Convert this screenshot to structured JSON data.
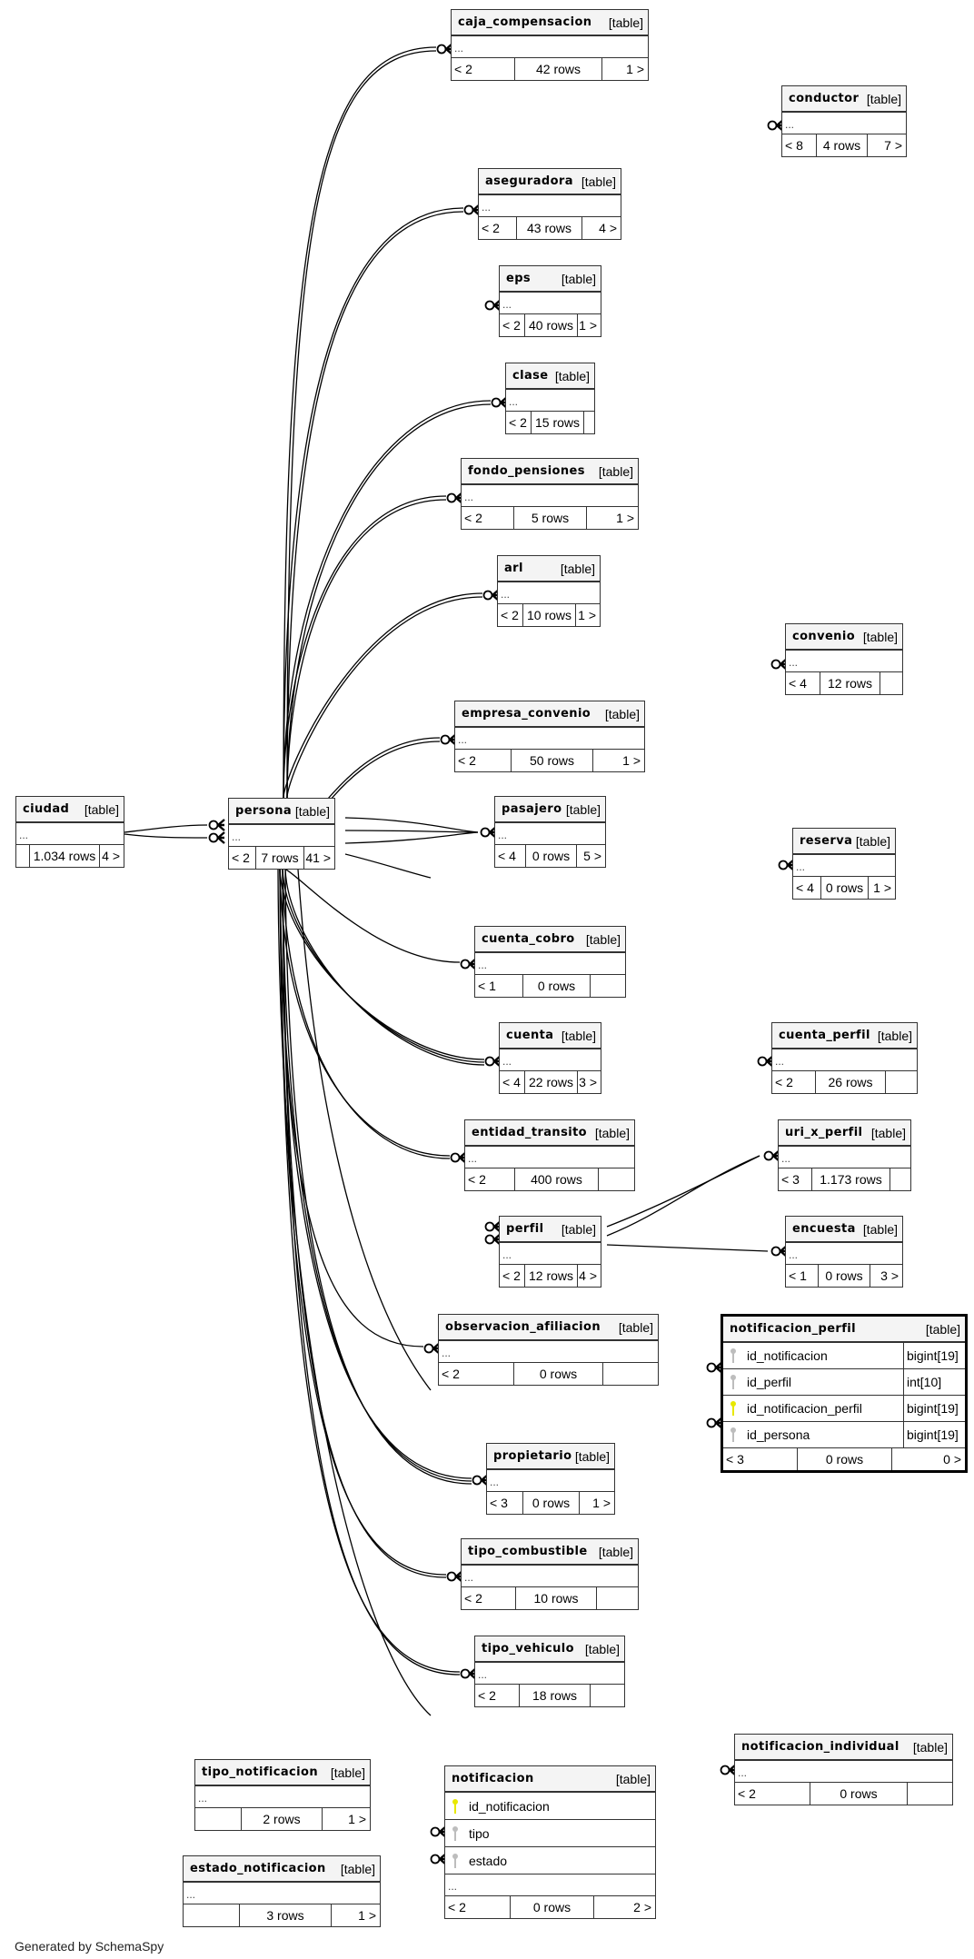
{
  "diagram": {
    "type_tag": "[table]",
    "placeholder_row": "...",
    "focus_table": "notificacion_perfil",
    "colors": {
      "primary_key": "#e8e800",
      "foreign_key": "#bdbdbd",
      "border": "#333333",
      "header_bg": "#f4f4f4"
    }
  },
  "tables": [
    {
      "id": "caja_compensacion",
      "name": "caja_compensacion",
      "parents": "< 2",
      "rows": "42 rows",
      "children": "1 >"
    },
    {
      "id": "conductor",
      "name": "conductor",
      "parents": "< 8",
      "rows": "4 rows",
      "children": "7 >"
    },
    {
      "id": "aseguradora",
      "name": "aseguradora",
      "parents": "< 2",
      "rows": "43 rows",
      "children": "4 >"
    },
    {
      "id": "eps",
      "name": "eps",
      "parents": "< 2",
      "rows": "40 rows",
      "children": "1 >"
    },
    {
      "id": "clase",
      "name": "clase",
      "parents": "< 2",
      "rows": "15 rows",
      "children": ""
    },
    {
      "id": "fondo_pensiones",
      "name": "fondo_pensiones",
      "parents": "< 2",
      "rows": "5 rows",
      "children": "1 >"
    },
    {
      "id": "arl",
      "name": "arl",
      "parents": "< 2",
      "rows": "10 rows",
      "children": "1 >"
    },
    {
      "id": "convenio",
      "name": "convenio",
      "parents": "< 4",
      "rows": "12 rows",
      "children": ""
    },
    {
      "id": "empresa_convenio",
      "name": "empresa_convenio",
      "parents": "< 2",
      "rows": "50 rows",
      "children": "1 >"
    },
    {
      "id": "ciudad",
      "name": "ciudad",
      "parents": "",
      "rows": "1.034 rows",
      "children": "4 >"
    },
    {
      "id": "persona",
      "name": "persona",
      "parents": "< 2",
      "rows": "7 rows",
      "children": "41 >"
    },
    {
      "id": "pasajero",
      "name": "pasajero",
      "parents": "< 4",
      "rows": "0 rows",
      "children": "5 >"
    },
    {
      "id": "reserva",
      "name": "reserva",
      "parents": "< 4",
      "rows": "0 rows",
      "children": "1 >"
    },
    {
      "id": "cuenta_cobro",
      "name": "cuenta_cobro",
      "parents": "< 1",
      "rows": "0 rows",
      "children": ""
    },
    {
      "id": "cuenta",
      "name": "cuenta",
      "parents": "< 4",
      "rows": "22 rows",
      "children": "3 >"
    },
    {
      "id": "cuenta_perfil",
      "name": "cuenta_perfil",
      "parents": "< 2",
      "rows": "26 rows",
      "children": ""
    },
    {
      "id": "entidad_transito",
      "name": "entidad_transito",
      "parents": "< 2",
      "rows": "400 rows",
      "children": ""
    },
    {
      "id": "uri_x_perfil",
      "name": "uri_x_perfil",
      "parents": "< 3",
      "rows": "1.173 rows",
      "children": ""
    },
    {
      "id": "perfil",
      "name": "perfil",
      "parents": "< 2",
      "rows": "12 rows",
      "children": "4 >"
    },
    {
      "id": "encuesta",
      "name": "encuesta",
      "parents": "< 1",
      "rows": "0 rows",
      "children": "3 >"
    },
    {
      "id": "observacion_afiliacion",
      "name": "observacion_afiliacion",
      "parents": "< 2",
      "rows": "0 rows",
      "children": ""
    },
    {
      "id": "propietario",
      "name": "propietario",
      "parents": "< 3",
      "rows": "0 rows",
      "children": "1 >"
    },
    {
      "id": "tipo_combustible",
      "name": "tipo_combustible",
      "parents": "< 2",
      "rows": "10 rows",
      "children": ""
    },
    {
      "id": "tipo_vehiculo",
      "name": "tipo_vehiculo",
      "parents": "< 2",
      "rows": "18 rows",
      "children": ""
    },
    {
      "id": "notificacion_individual",
      "name": "notificacion_individual",
      "parents": "< 2",
      "rows": "0 rows",
      "children": ""
    },
    {
      "id": "tipo_notificacion",
      "name": "tipo_notificacion",
      "parents": "",
      "rows": "2 rows",
      "children": "1 >"
    },
    {
      "id": "estado_notificacion",
      "name": "estado_notificacion",
      "parents": "",
      "rows": "3 rows",
      "children": "1 >"
    }
  ],
  "notificacion_perfil": {
    "name": "notificacion_perfil",
    "columns": [
      {
        "name": "id_notificacion",
        "type": "bigint[19]",
        "key": "fk"
      },
      {
        "name": "id_perfil",
        "type": "int[10]",
        "key": "fk"
      },
      {
        "name": "id_notificacion_perfil",
        "type": "bigint[19]",
        "key": "pk"
      },
      {
        "name": "id_persona",
        "type": "bigint[19]",
        "key": "fk"
      }
    ],
    "parents": "< 3",
    "rows": "0 rows",
    "children": "0 >"
  },
  "notificacion": {
    "name": "notificacion",
    "columns": [
      {
        "name": "id_notificacion",
        "key": "pk"
      },
      {
        "name": "tipo",
        "key": "fk"
      },
      {
        "name": "estado",
        "key": "fk"
      }
    ],
    "parents": "< 2",
    "rows": "0 rows",
    "children": "2 >"
  },
  "footer": {
    "text": "Generated by SchemaSpy"
  }
}
